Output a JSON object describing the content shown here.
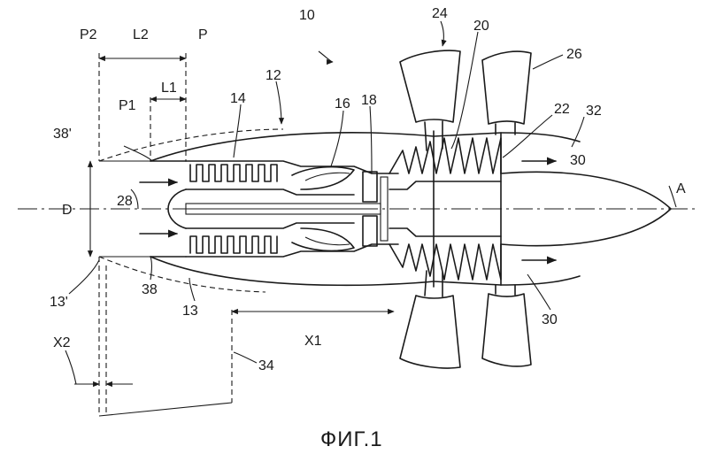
{
  "figure": {
    "caption": "ФИГ.1",
    "labels": {
      "l10": "10",
      "l12": "12",
      "l13": "13",
      "l13p": "13'",
      "l14": "14",
      "l16": "16",
      "l18": "18",
      "l20": "20",
      "l22": "22",
      "l24": "24",
      "l26": "26",
      "l28": "28",
      "l30a": "30",
      "l30b": "30",
      "l32": "32",
      "l34": "34",
      "l38": "38",
      "l38p": "38'",
      "lA": "A",
      "lD": "D",
      "lP": "P",
      "lP1": "P1",
      "lP2": "P2",
      "lL1": "L1",
      "lL2": "L2",
      "lX1": "X1",
      "lX2": "X2"
    }
  }
}
